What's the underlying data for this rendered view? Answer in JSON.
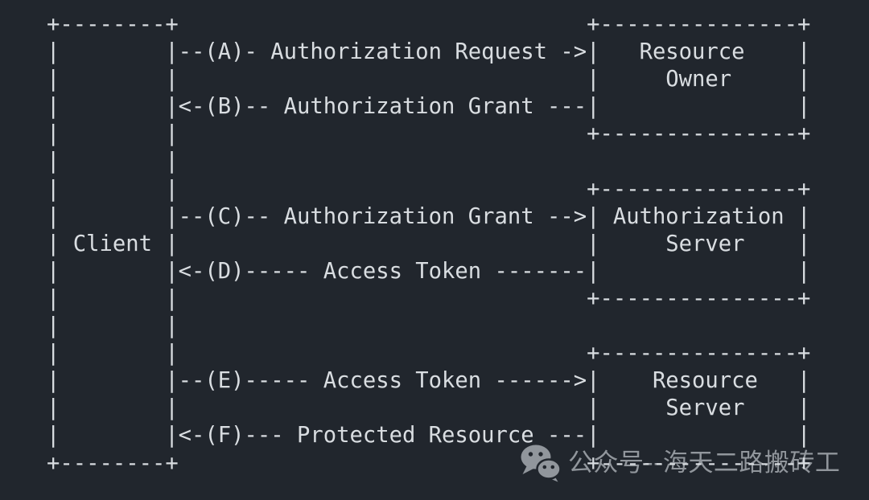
{
  "theme": {
    "background_color": "#21262d",
    "diagram_text_color": "#d9dde1",
    "watermark_color": "#979ca2"
  },
  "diagram": {
    "type": "ascii-flow",
    "boxes": [
      "Client",
      "Resource Owner",
      "Authorization Server",
      "Resource Server"
    ],
    "steps": [
      {
        "label": "(A)",
        "text": "Authorization Request",
        "from": "Client",
        "to": "Resource Owner",
        "direction": "right"
      },
      {
        "label": "(B)",
        "text": "Authorization Grant",
        "from": "Resource Owner",
        "to": "Client",
        "direction": "left"
      },
      {
        "label": "(C)",
        "text": "Authorization Grant",
        "from": "Client",
        "to": "Authorization Server",
        "direction": "right"
      },
      {
        "label": "(D)",
        "text": "Access Token",
        "from": "Authorization Server",
        "to": "Client",
        "direction": "left"
      },
      {
        "label": "(E)",
        "text": "Access Token",
        "from": "Client",
        "to": "Resource Server",
        "direction": "right"
      },
      {
        "label": "(F)",
        "text": "Protected Resource",
        "from": "Resource Server",
        "to": "Client",
        "direction": "left"
      }
    ],
    "ascii_lines": [
      "+--------+                               +---------------+",
      "|        |--(A)- Authorization Request ->|   Resource    |",
      "|        |                               |     Owner     |",
      "|        |<-(B)-- Authorization Grant ---|               |",
      "|        |                               +---------------+",
      "|        |",
      "|        |                               +---------------+",
      "|        |--(C)-- Authorization Grant -->| Authorization |",
      "| Client |                               |     Server    |",
      "|        |<-(D)----- Access Token -------|               |",
      "|        |                               +---------------+",
      "|        |",
      "|        |                               +---------------+",
      "|        |--(E)----- Access Token ------>|    Resource   |",
      "|        |                               |     Server    |",
      "|        |<-(F)--- Protected Resource ---|               |",
      "+--------+                               +---------------+"
    ]
  },
  "watermark": {
    "label": "公众号--海天二路搬砖工",
    "icon": "wechat-icon"
  }
}
